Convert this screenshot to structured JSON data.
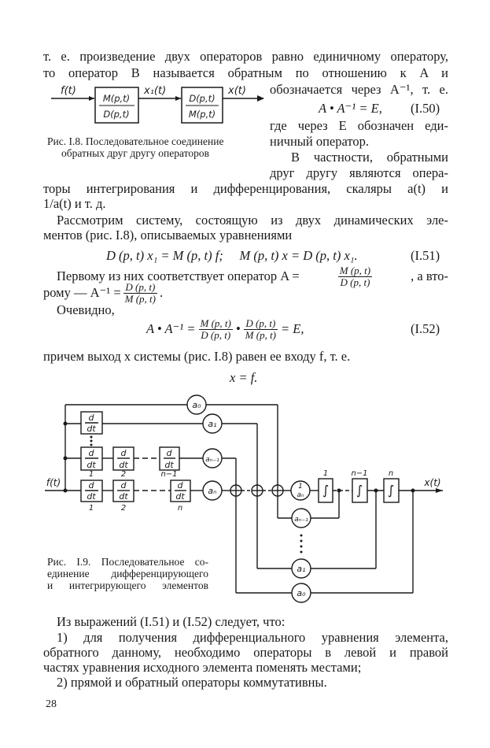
{
  "text": {
    "l1": "т. е. произведение двух операторов равно единичному оператору,",
    "l2": "то оператор B называется обратным по отношению к A и",
    "l3": "обозначается через A⁻¹, т. е.",
    "eq50": "A • A⁻¹ = E,",
    "eq50_num": "(I.50)",
    "l4": "где через E обозначен еди-",
    "l5": "ничный оператор.",
    "l6": "В частности, обратными",
    "l7": "друг другу являются опера-",
    "l8": "торы интегрирования и дифференцирования, скаляры a(t) и",
    "l9": "1/a(t) и т. д.",
    "l10": "Рассмотрим систему, состоящую из двух динамических эле-",
    "l11": "ментов (рис. I.8), описываемых уравнениями",
    "eq51": "D (p, t) x₁ = M (p, t) f;     M (p, t) x = D (p, t) x₁.",
    "eq51_num": "(I.51)",
    "l12_a": "Первому из них соответствует оператор  A =",
    "l12_b": ", а вто-",
    "l13_a": "рому — A⁻¹ =",
    "l13_b": ".",
    "frac_M": "M (p, t)",
    "frac_D": "D (p, t)",
    "l14": "Очевидно,",
    "eq52_a": "A • A⁻¹ =",
    "eq52_dot": "•",
    "eq52_b": "= E,",
    "eq52_num": "(I.52)",
    "l15": "причем выход x системы (рис. I.8) равен ее входу f, т. е.",
    "eq53": "x = f.",
    "b1": "Из выражений (I.51) и (I.52) следует, что:",
    "b2": "1) для получения дифференциального уравнения элемента,",
    "b3": "обратного данному, необходимо операторы в левой и правой",
    "b4": "частях уравнения исходного элемента поменять местами;",
    "b5": "2) прямой и обратный операторы коммутативны.",
    "page_number": "28"
  },
  "fig18": {
    "caption_1": "Рис. I.8. Последовательное соединение",
    "caption_2": "обратных друг другу операторов",
    "input": "f(t)",
    "mid": "x₁(t)",
    "output": "x(t)",
    "box1_num": "M(p,t)",
    "box1_den": "D(p,t)",
    "box2_num": "D(p,t)",
    "box2_den": "M(p,t)"
  },
  "fig19": {
    "caption_1": "Рис. I.9. Последовательное со-",
    "caption_2": "единение дифференцирующего",
    "caption_3": "и интегрирующего элементов",
    "input": "f(t)",
    "output": "x(t)",
    "d": "d",
    "dt": "dt",
    "a0": "a₀",
    "a1": "a₁",
    "an1": "aₙ₋₁",
    "an": "aₙ",
    "inv_num": "1",
    "inv_den": "aₙ",
    "integral": "∫",
    "lbl_1": "1",
    "lbl_2": "2",
    "lbl_n1": "n−1",
    "lbl_n": "n"
  }
}
